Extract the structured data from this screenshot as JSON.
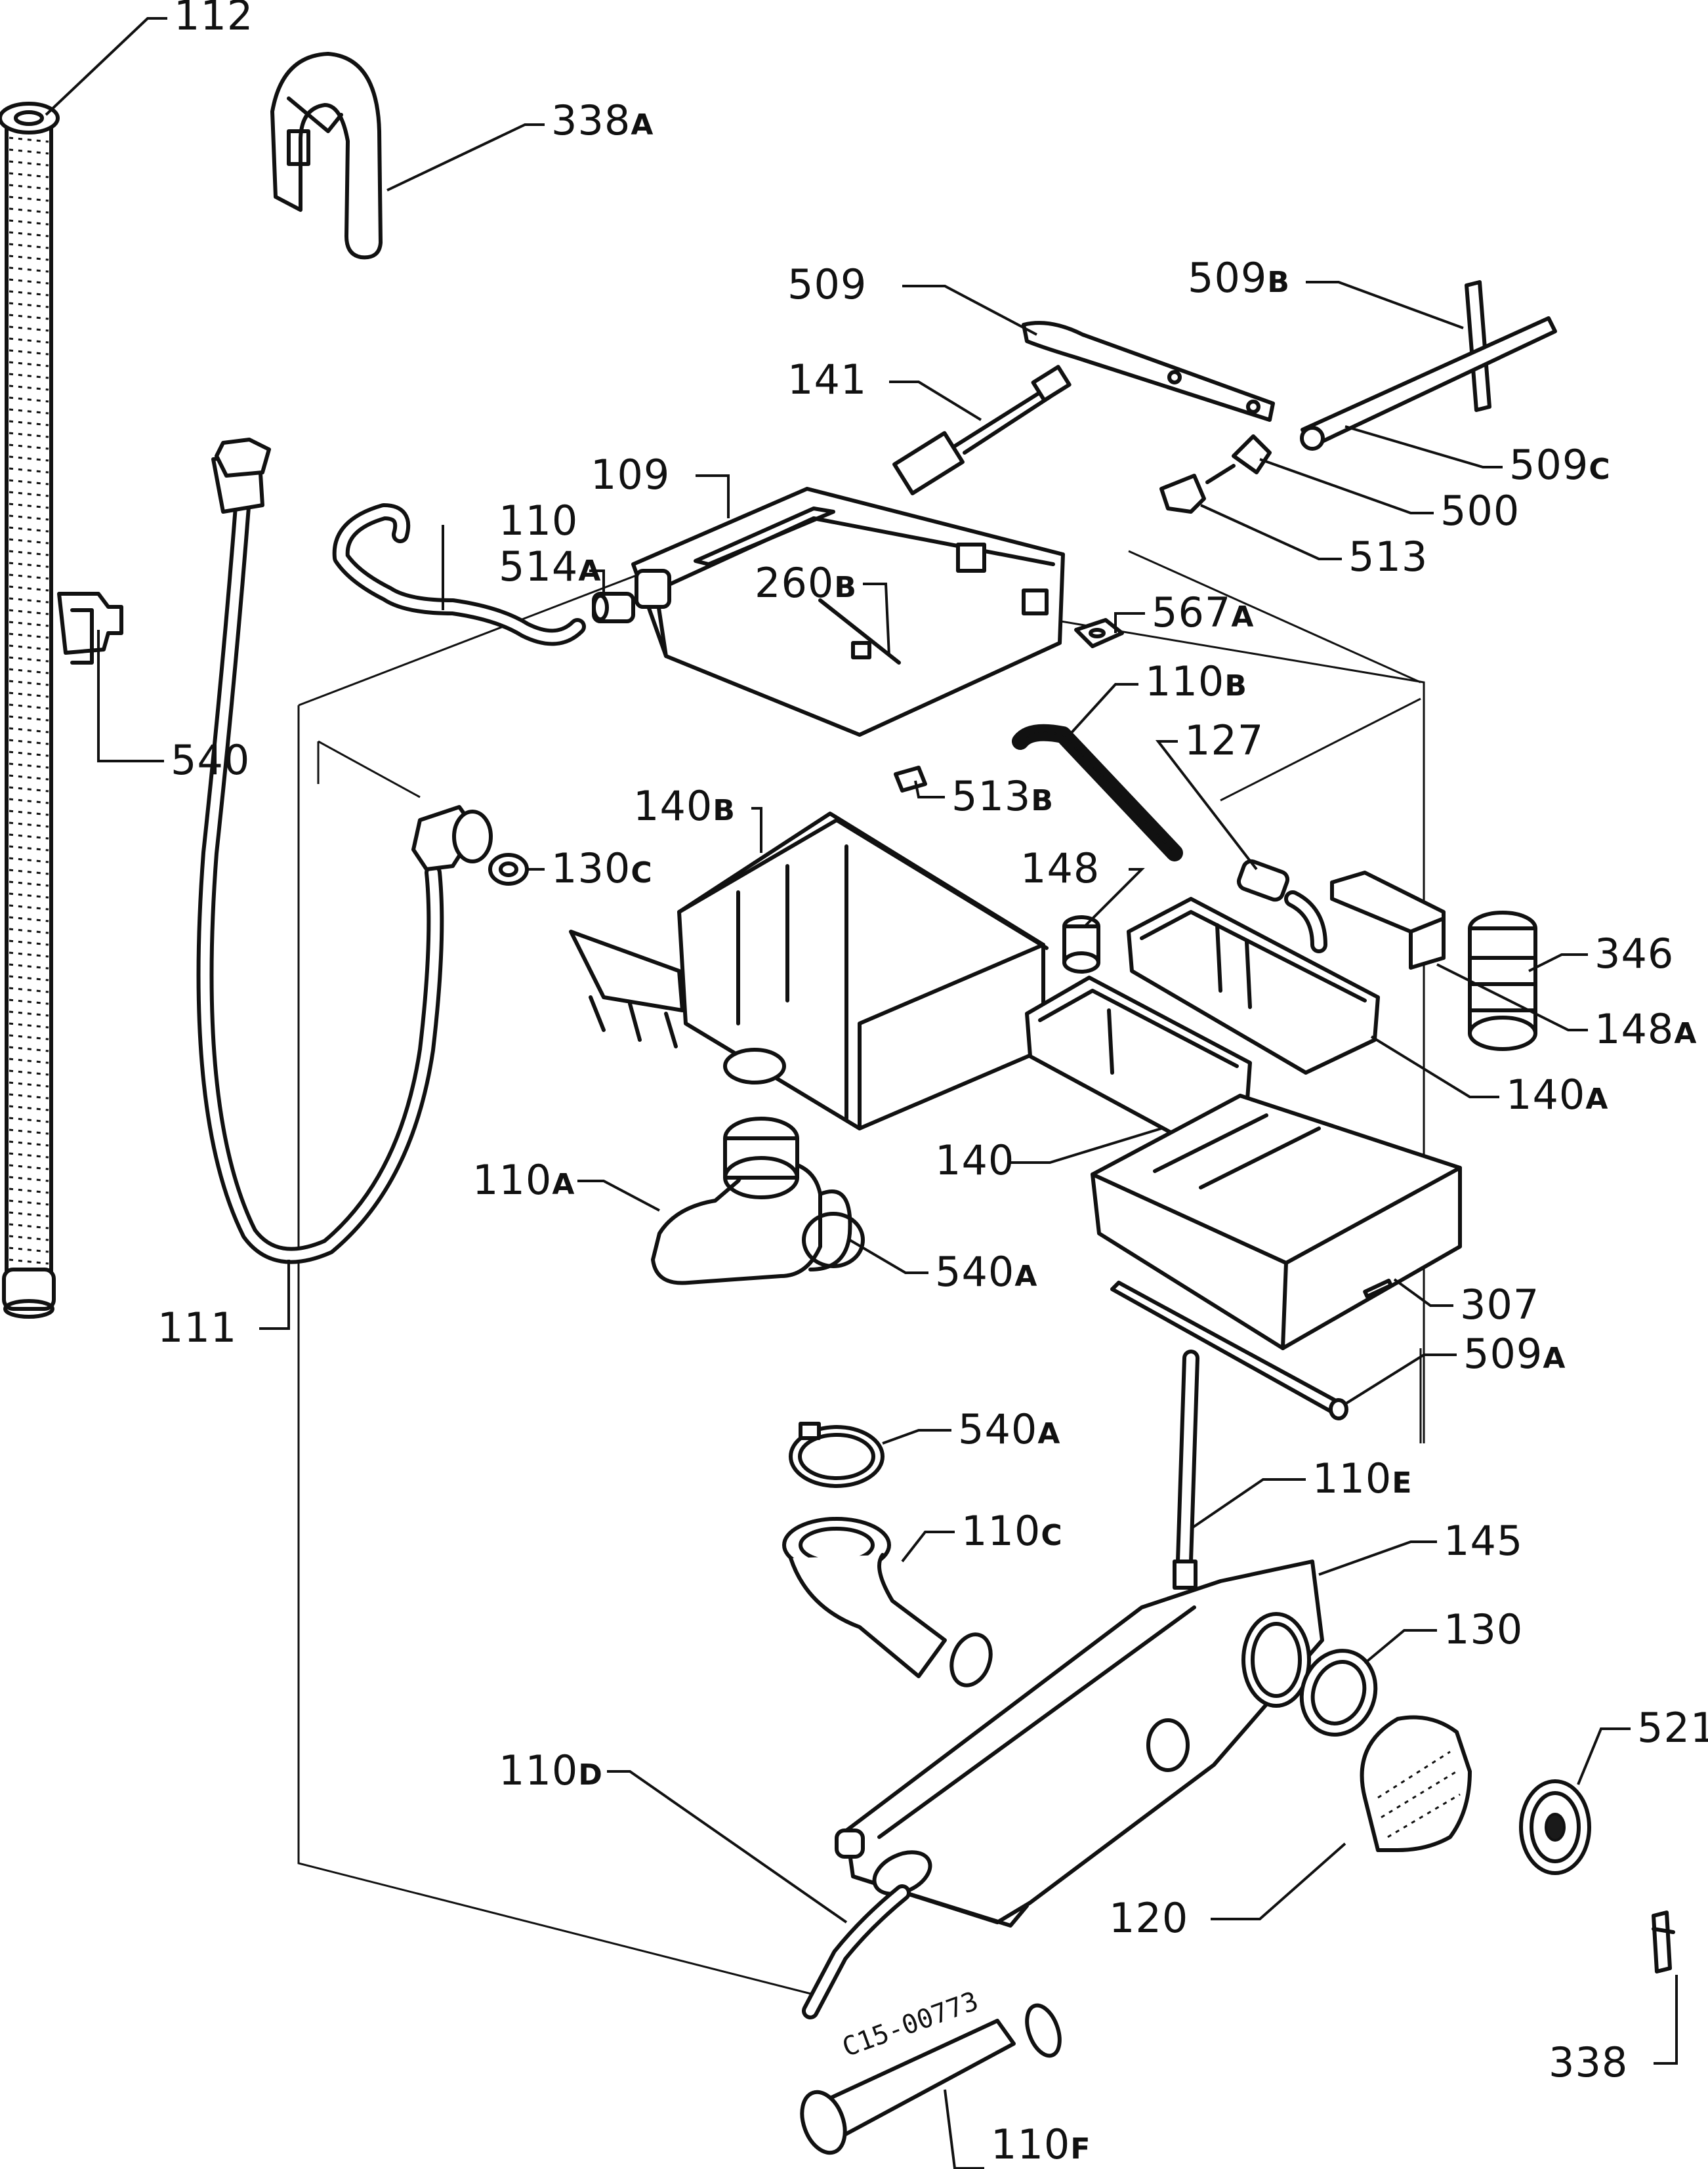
{
  "diagram": {
    "drawing_ref": "C15-00773",
    "labels": [
      {
        "id": "112",
        "num": "112",
        "suffix": ""
      },
      {
        "id": "338A",
        "num": "338",
        "suffix": "A"
      },
      {
        "id": "509",
        "num": "509",
        "suffix": ""
      },
      {
        "id": "509B",
        "num": "509",
        "suffix": "B"
      },
      {
        "id": "141",
        "num": "141",
        "suffix": ""
      },
      {
        "id": "509C",
        "num": "509",
        "suffix": "C"
      },
      {
        "id": "109",
        "num": "109",
        "suffix": ""
      },
      {
        "id": "500",
        "num": "500",
        "suffix": ""
      },
      {
        "id": "110",
        "num": "110",
        "suffix": ""
      },
      {
        "id": "514A",
        "num": "514",
        "suffix": "A"
      },
      {
        "id": "513",
        "num": "513",
        "suffix": ""
      },
      {
        "id": "260B",
        "num": "260",
        "suffix": "B"
      },
      {
        "id": "567A",
        "num": "567",
        "suffix": "A"
      },
      {
        "id": "110B",
        "num": "110",
        "suffix": "B"
      },
      {
        "id": "540",
        "num": "540",
        "suffix": ""
      },
      {
        "id": "127",
        "num": "127",
        "suffix": ""
      },
      {
        "id": "140B",
        "num": "140",
        "suffix": "B"
      },
      {
        "id": "513B",
        "num": "513",
        "suffix": "B"
      },
      {
        "id": "130C",
        "num": "130",
        "suffix": "C"
      },
      {
        "id": "148",
        "num": "148",
        "suffix": ""
      },
      {
        "id": "346",
        "num": "346",
        "suffix": ""
      },
      {
        "id": "148A",
        "num": "148",
        "suffix": "A"
      },
      {
        "id": "140A",
        "num": "140",
        "suffix": "A"
      },
      {
        "id": "140",
        "num": "140",
        "suffix": ""
      },
      {
        "id": "110A",
        "num": "110",
        "suffix": "A"
      },
      {
        "id": "540A-1",
        "num": "540",
        "suffix": "A"
      },
      {
        "id": "307",
        "num": "307",
        "suffix": ""
      },
      {
        "id": "111",
        "num": "111",
        "suffix": ""
      },
      {
        "id": "509A",
        "num": "509",
        "suffix": "A"
      },
      {
        "id": "540A-2",
        "num": "540",
        "suffix": "A"
      },
      {
        "id": "110E",
        "num": "110",
        "suffix": "E"
      },
      {
        "id": "110C",
        "num": "110",
        "suffix": "C"
      },
      {
        "id": "145",
        "num": "145",
        "suffix": ""
      },
      {
        "id": "130",
        "num": "130",
        "suffix": ""
      },
      {
        "id": "521",
        "num": "521",
        "suffix": ""
      },
      {
        "id": "110D",
        "num": "110",
        "suffix": "D"
      },
      {
        "id": "120",
        "num": "120",
        "suffix": ""
      },
      {
        "id": "338",
        "num": "338",
        "suffix": ""
      },
      {
        "id": "110F",
        "num": "110",
        "suffix": "F"
      }
    ]
  }
}
